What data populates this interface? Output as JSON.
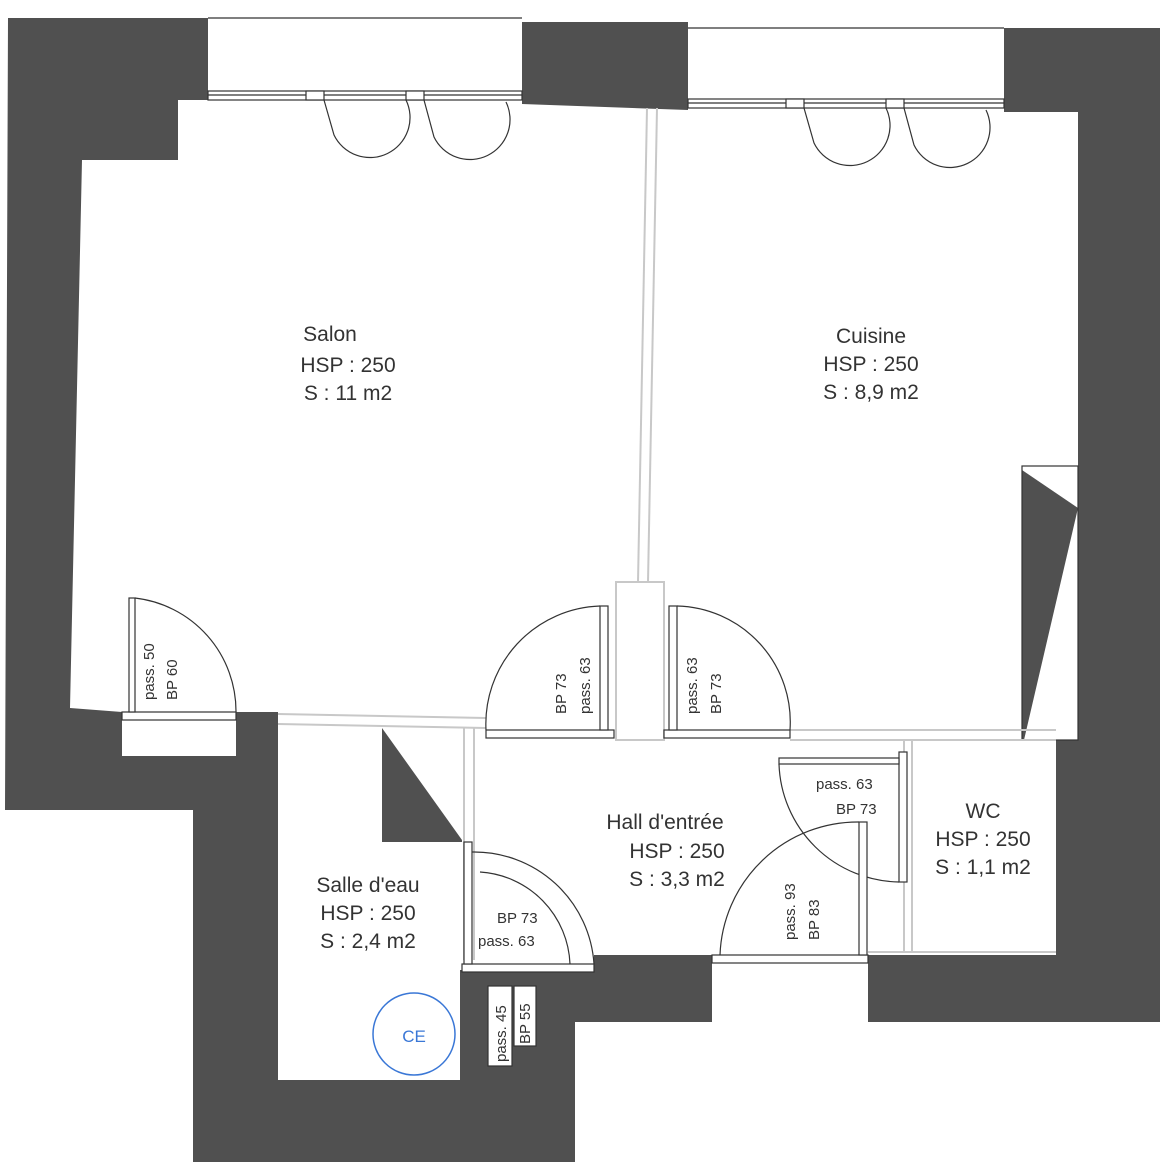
{
  "rooms": {
    "salon": {
      "name": "Salon",
      "hsp": "HSP : 250",
      "surface": "S : 11 m2"
    },
    "cuisine": {
      "name": "Cuisine",
      "hsp": "HSP : 250",
      "surface": "S : 8,9 m2"
    },
    "hall": {
      "name": "Hall d'entrée",
      "hsp": "HSP : 250",
      "surface": "S : 3,3 m2"
    },
    "wc": {
      "name": "WC",
      "hsp": "HSP : 250",
      "surface": "S : 1,1 m2"
    },
    "salle_eau": {
      "name": "Salle d'eau",
      "hsp": "HSP : 250",
      "surface": "S : 2,4 m2"
    }
  },
  "doors": {
    "salon_left": {
      "pass": "pass. 50",
      "bp": "BP 60"
    },
    "salon_hall": {
      "pass": "pass. 63",
      "bp": "BP 73"
    },
    "cuisine_hall": {
      "pass": "pass. 63",
      "bp": "BP 73"
    },
    "wc": {
      "pass": "pass. 63",
      "bp": "BP 73"
    },
    "entry": {
      "pass": "pass. 93",
      "bp": "BP 83"
    },
    "salle_eau": {
      "pass": "pass. 63",
      "bp": "BP 73"
    },
    "small": {
      "pass": "pass. 45",
      "bp": "BP 55"
    }
  },
  "equipment": {
    "ce": "CE"
  }
}
